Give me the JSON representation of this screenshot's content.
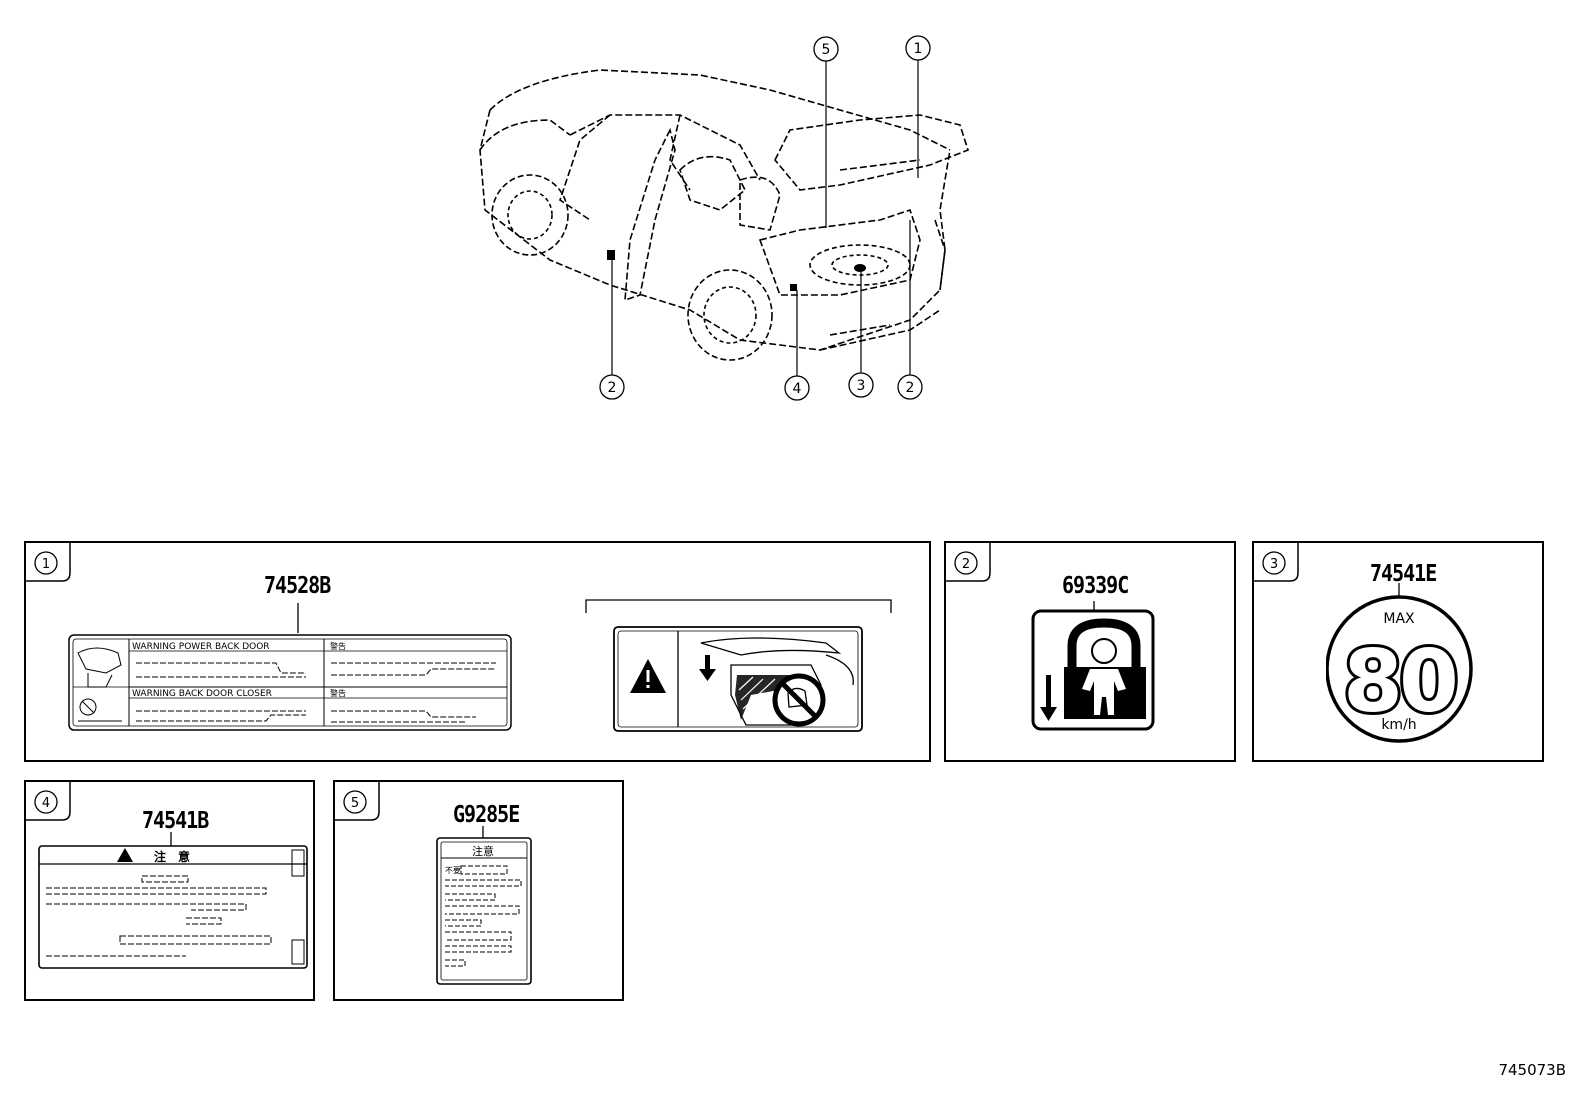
{
  "diagram_id": "745073B",
  "callouts": [
    {
      "num": "5"
    },
    {
      "num": "1"
    },
    {
      "num": "2"
    },
    {
      "num": "4"
    },
    {
      "num": "3"
    },
    {
      "num": "2"
    }
  ],
  "panels": [
    {
      "num": "1",
      "part": "74528B",
      "label_texts": {
        "warning1": "WARNING POWER BACK DOOR",
        "warning2": "WARNING BACK DOOR CLOSER",
        "keikoku": "警告",
        "keikoku2": "警告"
      }
    },
    {
      "num": "2",
      "part": "69339C"
    },
    {
      "num": "3",
      "part": "74541E",
      "max_label": "MAX",
      "speed": "80",
      "unit": "km/h"
    },
    {
      "num": "4",
      "part": "74541B",
      "header": "注　意"
    },
    {
      "num": "5",
      "part": "G9285E",
      "header": "注意",
      "line1": "不要"
    }
  ]
}
